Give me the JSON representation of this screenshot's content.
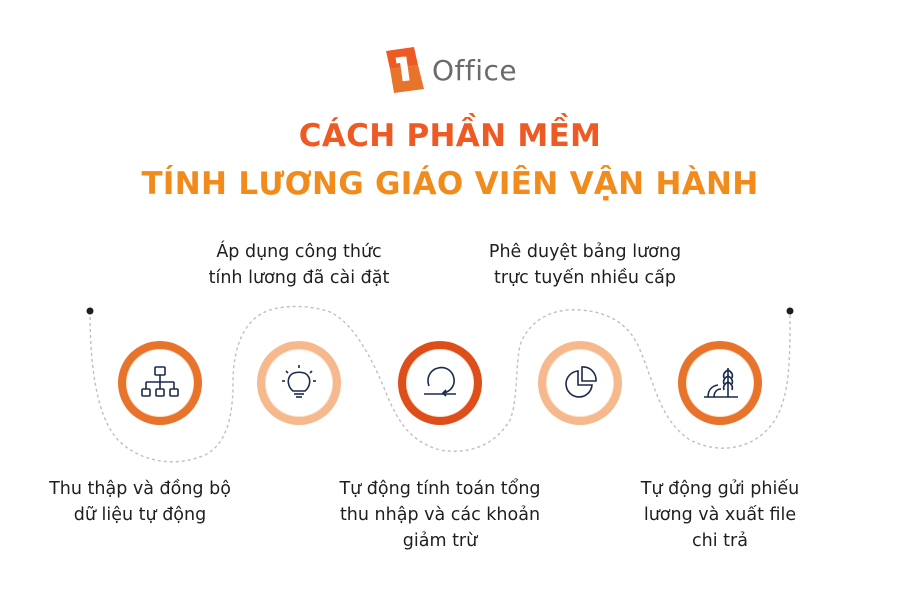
{
  "logo": {
    "text": "Office"
  },
  "title": {
    "line1": "CÁCH PHẦN MỀM",
    "line2": "TÍNH LƯƠNG GIÁO VIÊN VẬN HÀNH"
  },
  "colors": {
    "title_line1": "#ee5a24",
    "title_line2": "#f08b1c",
    "ring_outer": "#f6b98e",
    "ring_inner": "#e8742c",
    "ring_dark": "#de4e1a",
    "icon": "#1b2a4a"
  },
  "steps": [
    {
      "icon": "hierarchy-icon",
      "label_lines": [
        "Thu thập và đồng bộ",
        "dữ liệu tự động"
      ],
      "position": "below"
    },
    {
      "icon": "lightbulb-icon",
      "label_lines": [
        "Áp dụng công thức",
        "tính lương đã cài đặt"
      ],
      "position": "above"
    },
    {
      "icon": "cycle-icon",
      "label_lines": [
        "Tự động tính toán tổng",
        "thu nhập và các khoản",
        "giảm trừ"
      ],
      "position": "below"
    },
    {
      "icon": "pie-chart-icon",
      "label_lines": [
        "Phê duyệt bảng lương",
        "trực tuyến nhiều cấp"
      ],
      "position": "above"
    },
    {
      "icon": "growth-icon",
      "label_lines": [
        "Tự động gửi phiếu",
        "lương và xuất file",
        "chi trả"
      ],
      "position": "below"
    }
  ]
}
